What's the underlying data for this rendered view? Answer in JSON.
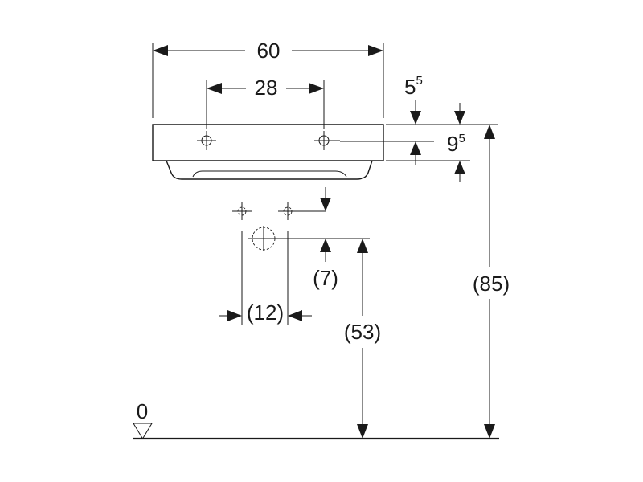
{
  "dimensions": {
    "width_total": "60",
    "tap_spacing": "28",
    "top_offset": {
      "base": "5",
      "sup": "5"
    },
    "rim_height": {
      "base": "9",
      "sup": "5"
    },
    "supply_height": "(7)",
    "supply_spacing": "(12)",
    "drain_height": "(53)",
    "rim_to_floor": "(85)",
    "floor_level": "0"
  }
}
